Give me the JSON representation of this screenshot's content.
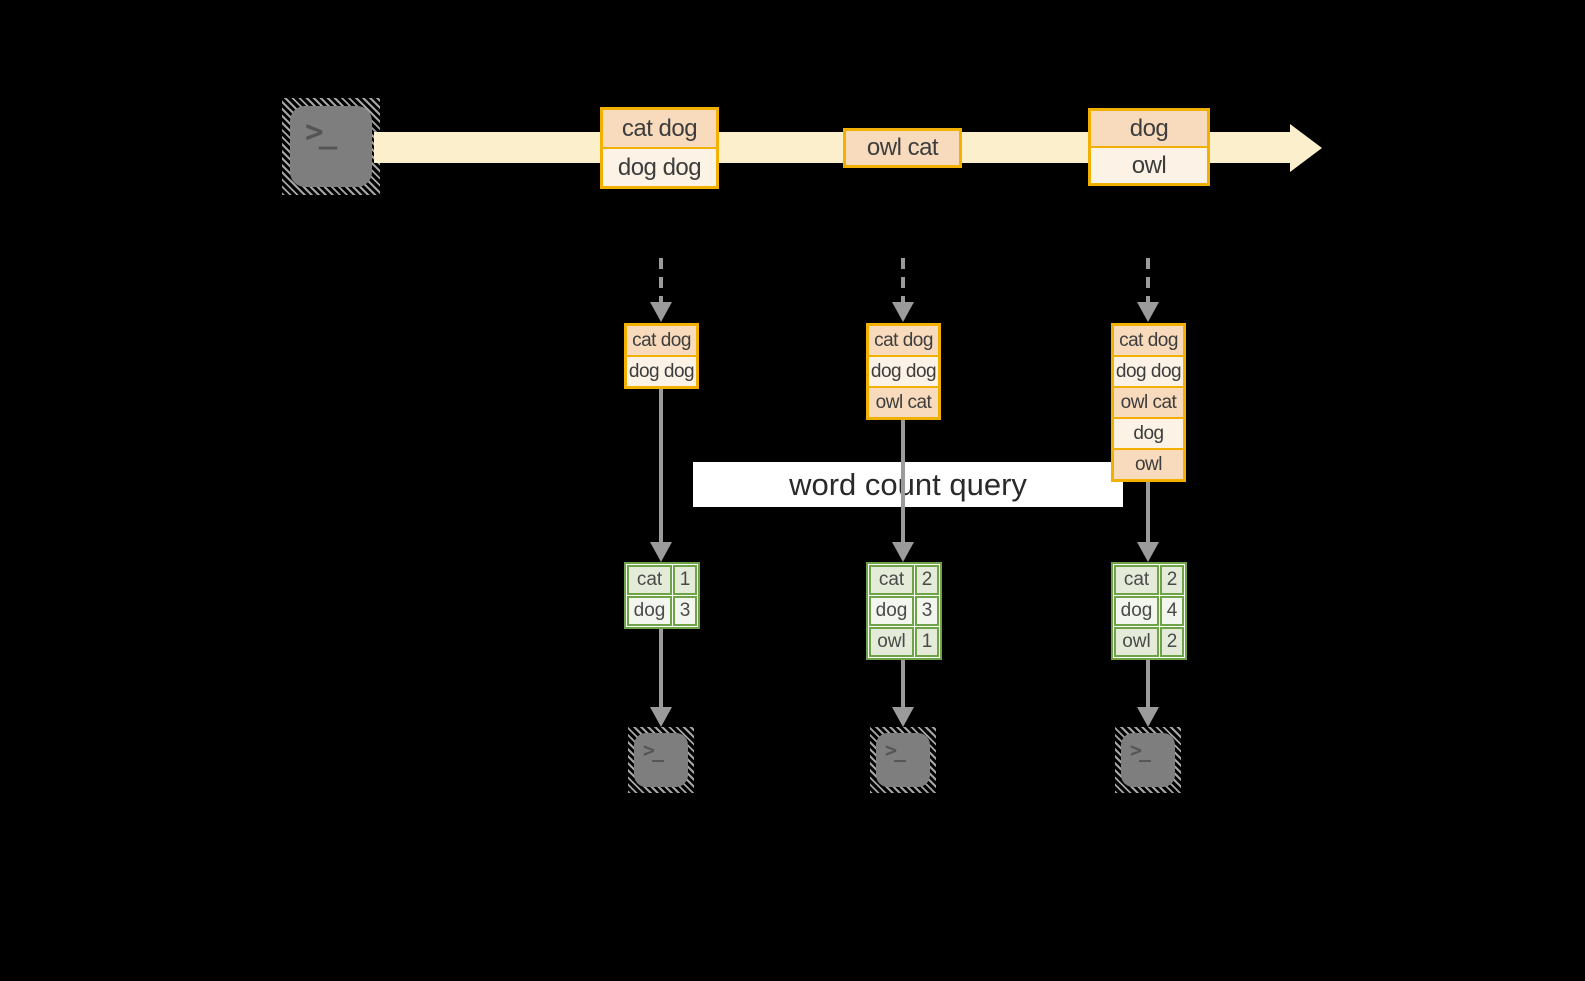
{
  "query_label": "word count query",
  "stream": {
    "events": [
      {
        "rows": [
          "cat dog",
          "dog dog"
        ]
      },
      {
        "rows": [
          "owl cat"
        ]
      },
      {
        "rows": [
          "dog",
          "owl"
        ]
      }
    ]
  },
  "states": [
    {
      "rows": [
        "cat dog",
        "dog dog"
      ]
    },
    {
      "rows": [
        "cat dog",
        "dog dog",
        "owl cat"
      ]
    },
    {
      "rows": [
        "cat dog",
        "dog dog",
        "owl cat",
        "dog",
        "owl"
      ]
    }
  ],
  "tables": [
    {
      "rows": [
        {
          "word": "cat",
          "count": "1"
        },
        {
          "word": "dog",
          "count": "3"
        }
      ]
    },
    {
      "rows": [
        {
          "word": "cat",
          "count": "2"
        },
        {
          "word": "dog",
          "count": "3"
        },
        {
          "word": "owl",
          "count": "1"
        }
      ]
    },
    {
      "rows": [
        {
          "word": "cat",
          "count": "2"
        },
        {
          "word": "dog",
          "count": "4"
        },
        {
          "word": "owl",
          "count": "2"
        }
      ]
    }
  ],
  "icons": {
    "terminal": {
      "name": "terminal-icon",
      "glyph": ">_"
    }
  },
  "colors": {
    "background": "#000000",
    "gold_border": "#F2B101",
    "row_peach": "#F8DBBD",
    "row_cream": "#FCF3E6",
    "stream_band": "#FBF0CB",
    "green_border": "#6FA348",
    "green_cell_dark": "#E4ECD9",
    "green_cell_light": "#F2F6EE",
    "arrow_gray": "#9B9B9B",
    "terminal_gray": "#7E7E7E",
    "query_band_bg": "#FFFFFF"
  }
}
